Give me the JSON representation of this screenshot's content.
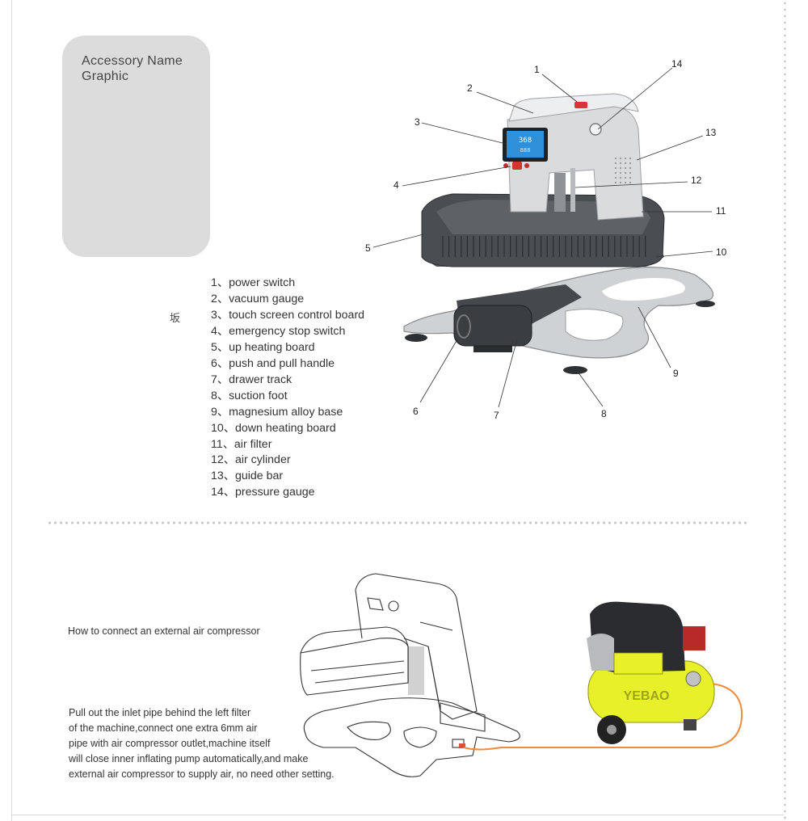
{
  "accessory_box": {
    "line1": "Accessory Name",
    "line2": "Graphic"
  },
  "stray_char": "坂",
  "legend": [
    "1、power switch",
    "2、vacuum gauge",
    "3、touch screen control board",
    "4、emergency stop switch",
    "5、up heating board",
    "6、push and pull handle",
    "7、drawer track",
    "8、suction foot",
    "9、magnesium alloy base",
    "10、down heating board",
    "11、air filter",
    "12、air cylinder",
    "13、guide bar",
    "14、pressure gauge"
  ],
  "callouts": [
    "1",
    "2",
    "3",
    "4",
    "5",
    "6",
    "7",
    "8",
    "9",
    "10",
    "11",
    "12",
    "13",
    "14"
  ],
  "screen": {
    "top": "368",
    "bottom": "888"
  },
  "compressor": {
    "brand": "YEBAO"
  },
  "howto_title": "How to connect an external air compressor",
  "description": [
    "Pull out the inlet pipe behind the left filter",
    "of the machine,connect one extra 6mm air",
    "pipe with air compressor outlet,machine itself",
    "will close inner inflating pump automatically,and make",
    "external air compressor to supply air, no need other setting."
  ],
  "colors": {
    "compressor_yellow": "#e8f02a",
    "hose_orange": "#f08c3c",
    "machine_dark": "#3c4044",
    "machine_grey": "#d8dadc"
  }
}
